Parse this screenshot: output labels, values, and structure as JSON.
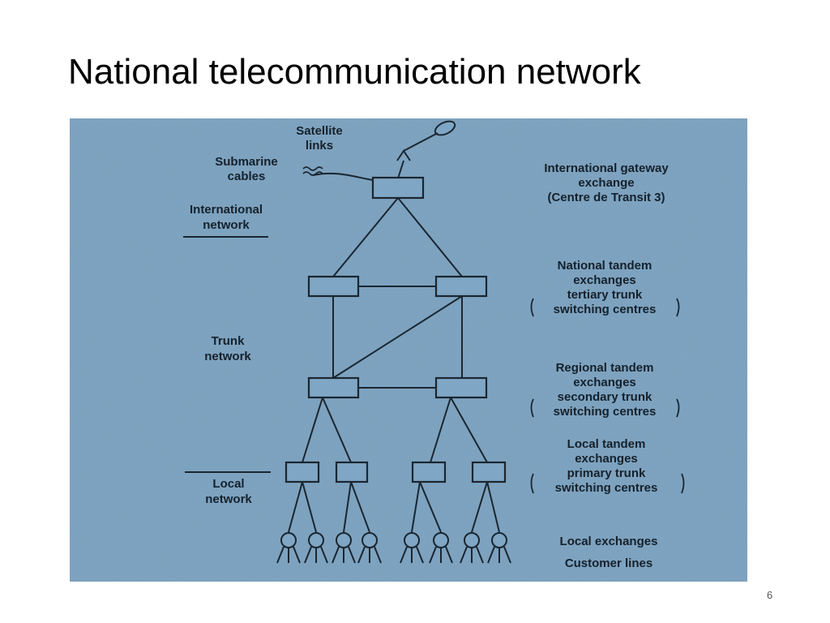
{
  "slide": {
    "title": "National telecommunication network",
    "page_number": "6"
  },
  "colors": {
    "background": "#ffffff",
    "figure_background": "#7fa6c4",
    "ink": "#15212b"
  },
  "diagram": {
    "top_labels": {
      "satellite_links": [
        "Satellite",
        "links"
      ],
      "submarine_cables": [
        "Submarine",
        "cables"
      ]
    },
    "network_labels": {
      "international": [
        "International",
        "network"
      ],
      "trunk": [
        "Trunk",
        "network"
      ],
      "local": [
        "Local",
        "network"
      ]
    },
    "levels": {
      "gateway": [
        "International gateway",
        "exchange",
        "(Centre de Transit 3)"
      ],
      "national": [
        "National tandem",
        "exchanges",
        "tertiary trunk",
        "switching centres"
      ],
      "regional": [
        "Regional tandem",
        "exchanges",
        "secondary trunk",
        "switching centres"
      ],
      "local_tandem": [
        "Local tandem",
        "exchanges",
        "primary trunk",
        "switching centres"
      ],
      "local_exchanges": "Local exchanges",
      "customer_lines": "Customer lines"
    }
  }
}
